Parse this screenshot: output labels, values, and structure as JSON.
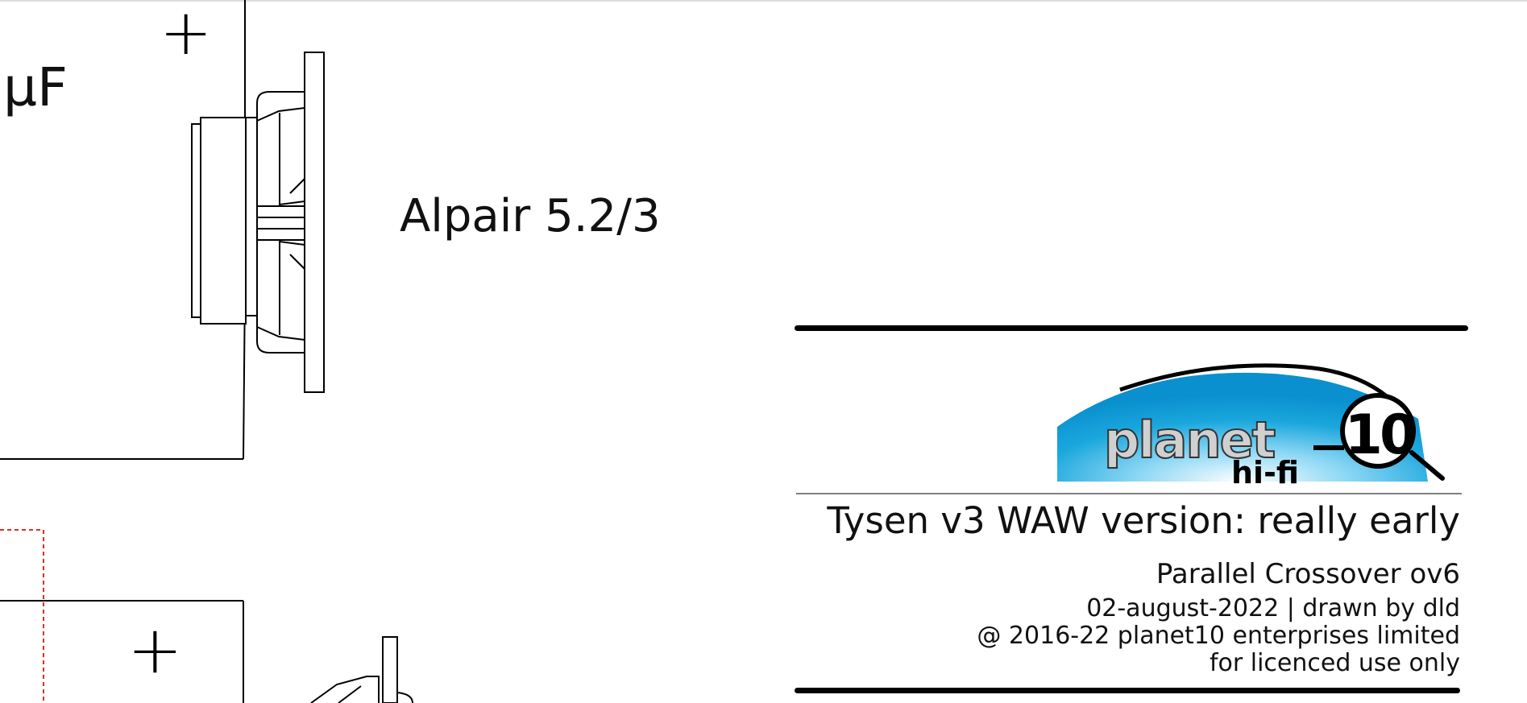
{
  "labels": {
    "capacitor_unit": "µF",
    "plus_top": "+",
    "plus_bottom": "+",
    "driver_name": "Alpair 5.2/3"
  },
  "logo": {
    "brand_word": "planet",
    "brand_number": "10",
    "brand_sub": "hi-fi"
  },
  "title_block": {
    "project": "Tysen v3 WAW version: really early",
    "drawing": "Parallel Crossover ov6",
    "date_author": "02-august-2022 | drawn by dld",
    "copyright": "@ 2016-22 planet10 enterprises limited",
    "licence": "for licenced use only"
  },
  "colors": {
    "line": "#000000",
    "dashed_box": "#e0301e",
    "logo_sky": "#1aa7dd",
    "logo_text": "#cfcfcf"
  }
}
